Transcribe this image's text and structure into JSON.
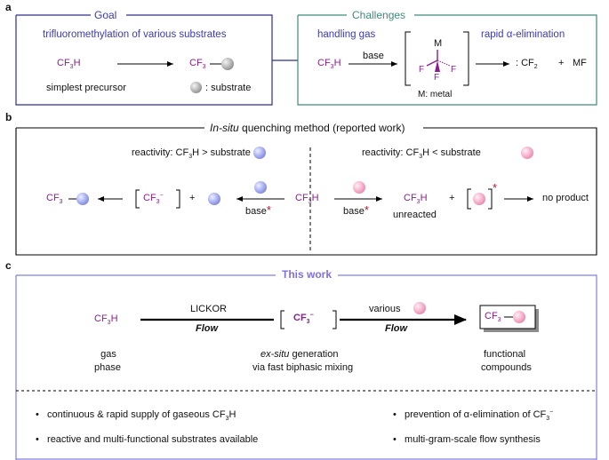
{
  "labels": {
    "a": "a",
    "b": "b",
    "c": "c"
  },
  "goal": {
    "title": "Goal",
    "subtitle": "trifluoromethylation of various substrates",
    "reactant": "CF3H",
    "product": "CF3",
    "precursor_note": "simplest precursor",
    "legend": ": substrate",
    "border_color": "#2e2e8c"
  },
  "challenges": {
    "title": "Challenges",
    "left_head": "handling gas",
    "right_head": "rapid α-elimination",
    "reactant": "CF3H",
    "reagent": "base",
    "metal_symbol": "M",
    "fluorine": "F",
    "metal_note": "M: metal",
    "product_cf2": ": CF2",
    "plus": "+",
    "product_mf": "MF",
    "border_color": "#3f8a7a"
  },
  "section_b": {
    "title_italic": "In-situ",
    "title_rest": " quenching method (reported work)",
    "left_reactivity": "reactivity: CF3H > substrate",
    "right_reactivity": "reactivity: CF3H < substrate",
    "left_product": "CF3",
    "anion": "CF3",
    "plus": "+",
    "base": "base",
    "asterisk": "*",
    "center": "CF3H",
    "right_cf3h": "CF3H",
    "unreacted": "unreacted",
    "no_product": "no product"
  },
  "section_c": {
    "title": "This work",
    "reactant": "CF3H",
    "reagent1": "LICKOR",
    "flow": "Flow",
    "anion": "CF3",
    "reagent2": "various",
    "product": "CF3",
    "gas_line1": "gas",
    "gas_line2": "phase",
    "exsitu_italic": "ex-situ",
    "exsitu_rest": " generation",
    "exsitu_line2": "via fast biphasic mixing",
    "func_line1": "functional",
    "func_line2": "compounds",
    "bullets": [
      "continuous & rapid supply of gaseous CF3H",
      "reactive and multi-functional substrates available",
      "prevention of α-elimination of CF3",
      "multi-gram-scale flow synthesis"
    ],
    "border_color": "#8080e0"
  }
}
